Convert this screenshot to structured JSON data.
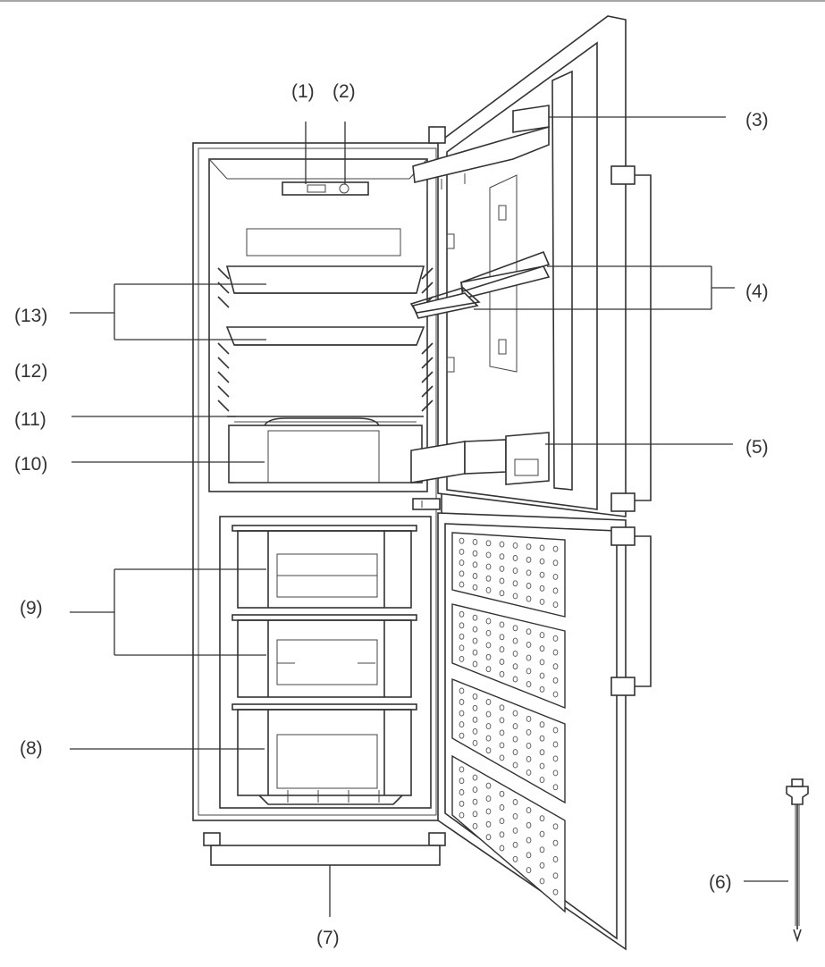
{
  "figure": {
    "callouts": [
      {
        "id": "1",
        "text": "(1)"
      },
      {
        "id": "2",
        "text": "(2)"
      },
      {
        "id": "3",
        "text": "(3)"
      },
      {
        "id": "4",
        "text": "(4)"
      },
      {
        "id": "5",
        "text": "(5)"
      },
      {
        "id": "6",
        "text": "(6)"
      },
      {
        "id": "7",
        "text": "(7)"
      },
      {
        "id": "8",
        "text": "(8)"
      },
      {
        "id": "9",
        "text": "(9)"
      },
      {
        "id": "10",
        "text": "(10)"
      },
      {
        "id": "11",
        "text": "(11)"
      },
      {
        "id": "12",
        "text": "(12)"
      },
      {
        "id": "13",
        "text": "(13)"
      }
    ]
  }
}
